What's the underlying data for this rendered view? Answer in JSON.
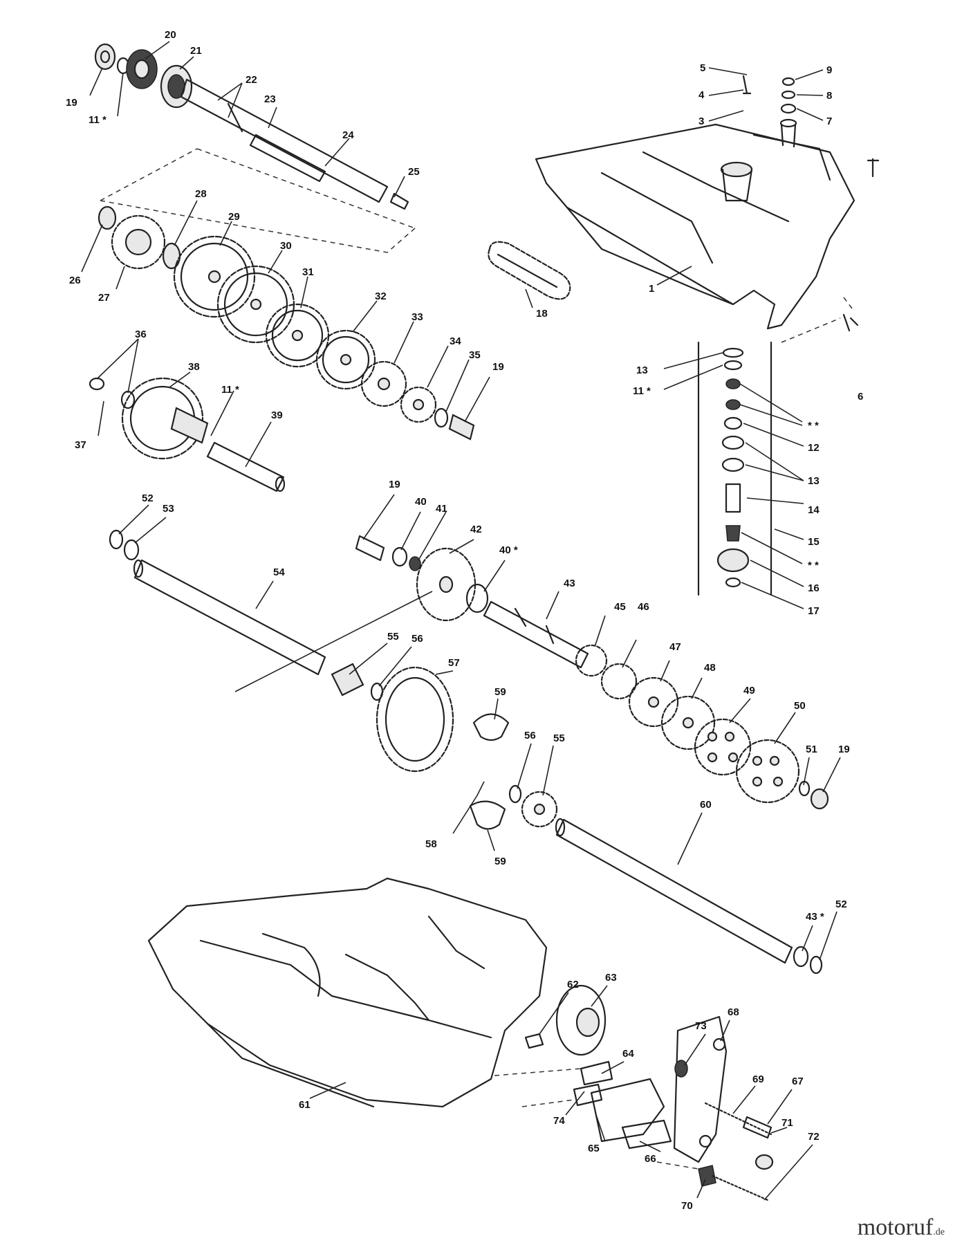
{
  "watermark": {
    "brand": "motoruf",
    "suffix": ".de"
  },
  "labels": [
    {
      "id": "l20",
      "text": "20"
    },
    {
      "id": "l21",
      "text": "21"
    },
    {
      "id": "l19a",
      "text": "19"
    },
    {
      "id": "l11a",
      "text": "11 *"
    },
    {
      "id": "l22",
      "text": "22"
    },
    {
      "id": "l23",
      "text": "23"
    },
    {
      "id": "l24",
      "text": "24"
    },
    {
      "id": "l25",
      "text": "25"
    },
    {
      "id": "l28",
      "text": "28"
    },
    {
      "id": "l29",
      "text": "29"
    },
    {
      "id": "l30",
      "text": "30"
    },
    {
      "id": "l26",
      "text": "26"
    },
    {
      "id": "l27",
      "text": "27"
    },
    {
      "id": "l31",
      "text": "31"
    },
    {
      "id": "l32",
      "text": "32"
    },
    {
      "id": "l33",
      "text": "33"
    },
    {
      "id": "l34",
      "text": "34"
    },
    {
      "id": "l35",
      "text": "35"
    },
    {
      "id": "l19b",
      "text": "19"
    },
    {
      "id": "l36",
      "text": "36"
    },
    {
      "id": "l38",
      "text": "38"
    },
    {
      "id": "l11b",
      "text": "11 *"
    },
    {
      "id": "l37",
      "text": "37"
    },
    {
      "id": "l39",
      "text": "39"
    },
    {
      "id": "l18",
      "text": "18"
    },
    {
      "id": "l5",
      "text": "5"
    },
    {
      "id": "l9",
      "text": "9"
    },
    {
      "id": "l4",
      "text": "4"
    },
    {
      "id": "l8",
      "text": "8"
    },
    {
      "id": "l3",
      "text": "3"
    },
    {
      "id": "l7",
      "text": "7"
    },
    {
      "id": "l1",
      "text": "1"
    },
    {
      "id": "l13a",
      "text": "13"
    },
    {
      "id": "l11c",
      "text": "11 *"
    },
    {
      "id": "l6",
      "text": "6"
    },
    {
      "id": "lss1",
      "text": "* *"
    },
    {
      "id": "l12",
      "text": "12"
    },
    {
      "id": "l13b",
      "text": "13"
    },
    {
      "id": "l14",
      "text": "14"
    },
    {
      "id": "l15",
      "text": "15"
    },
    {
      "id": "lss2",
      "text": "* *"
    },
    {
      "id": "l16",
      "text": "16"
    },
    {
      "id": "l17",
      "text": "17"
    },
    {
      "id": "l52a",
      "text": "52"
    },
    {
      "id": "l53",
      "text": "53"
    },
    {
      "id": "l19c",
      "text": "19"
    },
    {
      "id": "l40",
      "text": "40"
    },
    {
      "id": "l41",
      "text": "41"
    },
    {
      "id": "l42",
      "text": "42"
    },
    {
      "id": "l40s",
      "text": "40 *"
    },
    {
      "id": "l54",
      "text": "54"
    },
    {
      "id": "l43",
      "text": "43"
    },
    {
      "id": "l45",
      "text": "45"
    },
    {
      "id": "l46",
      "text": "46"
    },
    {
      "id": "l47",
      "text": "47"
    },
    {
      "id": "l48",
      "text": "48"
    },
    {
      "id": "l55a",
      "text": "55"
    },
    {
      "id": "l56a",
      "text": "56"
    },
    {
      "id": "l57",
      "text": "57"
    },
    {
      "id": "l59a",
      "text": "59"
    },
    {
      "id": "l49",
      "text": "49"
    },
    {
      "id": "l50",
      "text": "50"
    },
    {
      "id": "l51",
      "text": "51"
    },
    {
      "id": "l19d",
      "text": "19"
    },
    {
      "id": "l56b",
      "text": "56"
    },
    {
      "id": "l55b",
      "text": "55"
    },
    {
      "id": "l58",
      "text": "58"
    },
    {
      "id": "l59b",
      "text": "59"
    },
    {
      "id": "l60",
      "text": "60"
    },
    {
      "id": "l43s",
      "text": "43 *"
    },
    {
      "id": "l52b",
      "text": "52"
    },
    {
      "id": "l63",
      "text": "63"
    },
    {
      "id": "l62",
      "text": "62"
    },
    {
      "id": "l68",
      "text": "68"
    },
    {
      "id": "l64",
      "text": "64"
    },
    {
      "id": "l73",
      "text": "73"
    },
    {
      "id": "l69",
      "text": "69"
    },
    {
      "id": "l67",
      "text": "67"
    },
    {
      "id": "l61",
      "text": "61"
    },
    {
      "id": "l74",
      "text": "74"
    },
    {
      "id": "l65",
      "text": "65"
    },
    {
      "id": "l71",
      "text": "71"
    },
    {
      "id": "l72",
      "text": "72"
    },
    {
      "id": "l66",
      "text": "66"
    },
    {
      "id": "l70",
      "text": "70"
    }
  ]
}
